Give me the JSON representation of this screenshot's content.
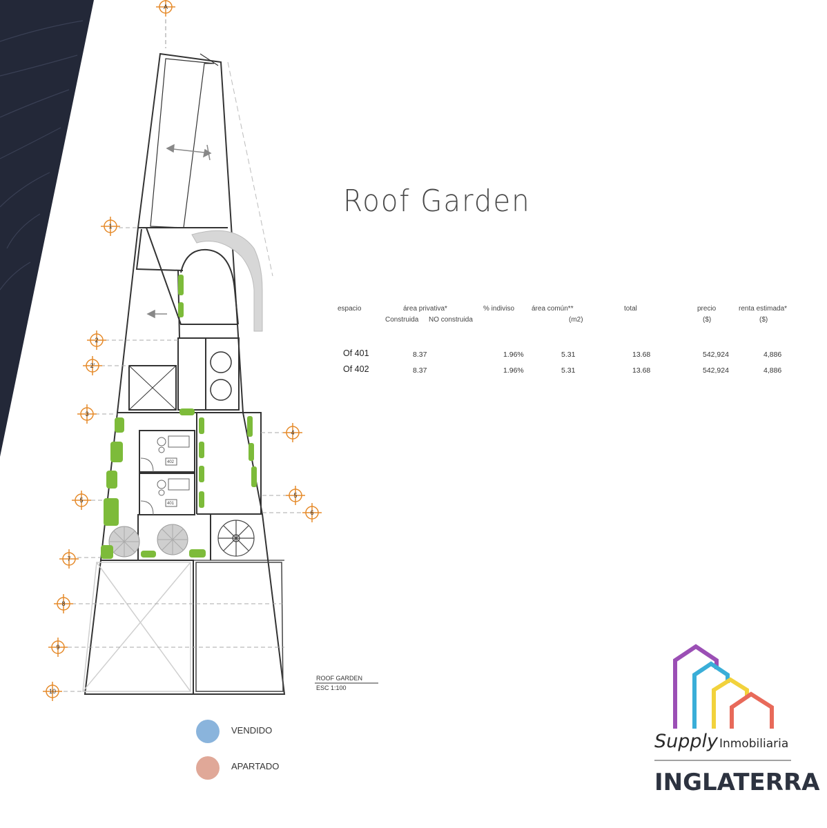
{
  "title": "Roof Garden",
  "table": {
    "headers": {
      "espacio": "espacio",
      "area_privativa": "área privativa*",
      "construida": "Construida",
      "no_construida": "NO construida",
      "indiviso": "% indiviso",
      "area_comun": "área común**",
      "area_comun_unit": "(m2)",
      "total": "total",
      "precio": "precio",
      "precio_unit": "($)",
      "renta": "renta estimada*",
      "renta_unit": "($)"
    },
    "rows": [
      {
        "espacio": "Of 401",
        "construida": "8.37",
        "indiviso": "1.96%",
        "area_comun": "5.31",
        "total": "13.68",
        "precio": "542,924",
        "renta": "4,886"
      },
      {
        "espacio": "Of 402",
        "construida": "8.37",
        "indiviso": "1.96%",
        "area_comun": "5.31",
        "total": "13.68",
        "precio": "542,924",
        "renta": "4,886"
      }
    ]
  },
  "plan": {
    "scale_title": "ROOF GARDEN",
    "scale": "ESC 1:100",
    "grid_markers": [
      "A",
      "1",
      "2",
      "2'",
      "3",
      "4",
      "5",
      "6",
      "7",
      "8",
      "9",
      "10",
      "6"
    ],
    "office_labels": [
      "402",
      "401"
    ]
  },
  "legend": [
    {
      "label": "VENDIDO",
      "color": "#8ab4dc"
    },
    {
      "label": "APARTADO",
      "color": "#e0a898"
    }
  ],
  "logo": {
    "supply": "Supply",
    "inmobiliaria": "Inmobiliaria",
    "name": "INGLATERRA",
    "colors": [
      "#9b4fb5",
      "#3aaed8",
      "#f2d23c",
      "#e86a5a"
    ]
  },
  "colors": {
    "dark_panel": "#232838",
    "plant": "#7dbb3a"
  }
}
